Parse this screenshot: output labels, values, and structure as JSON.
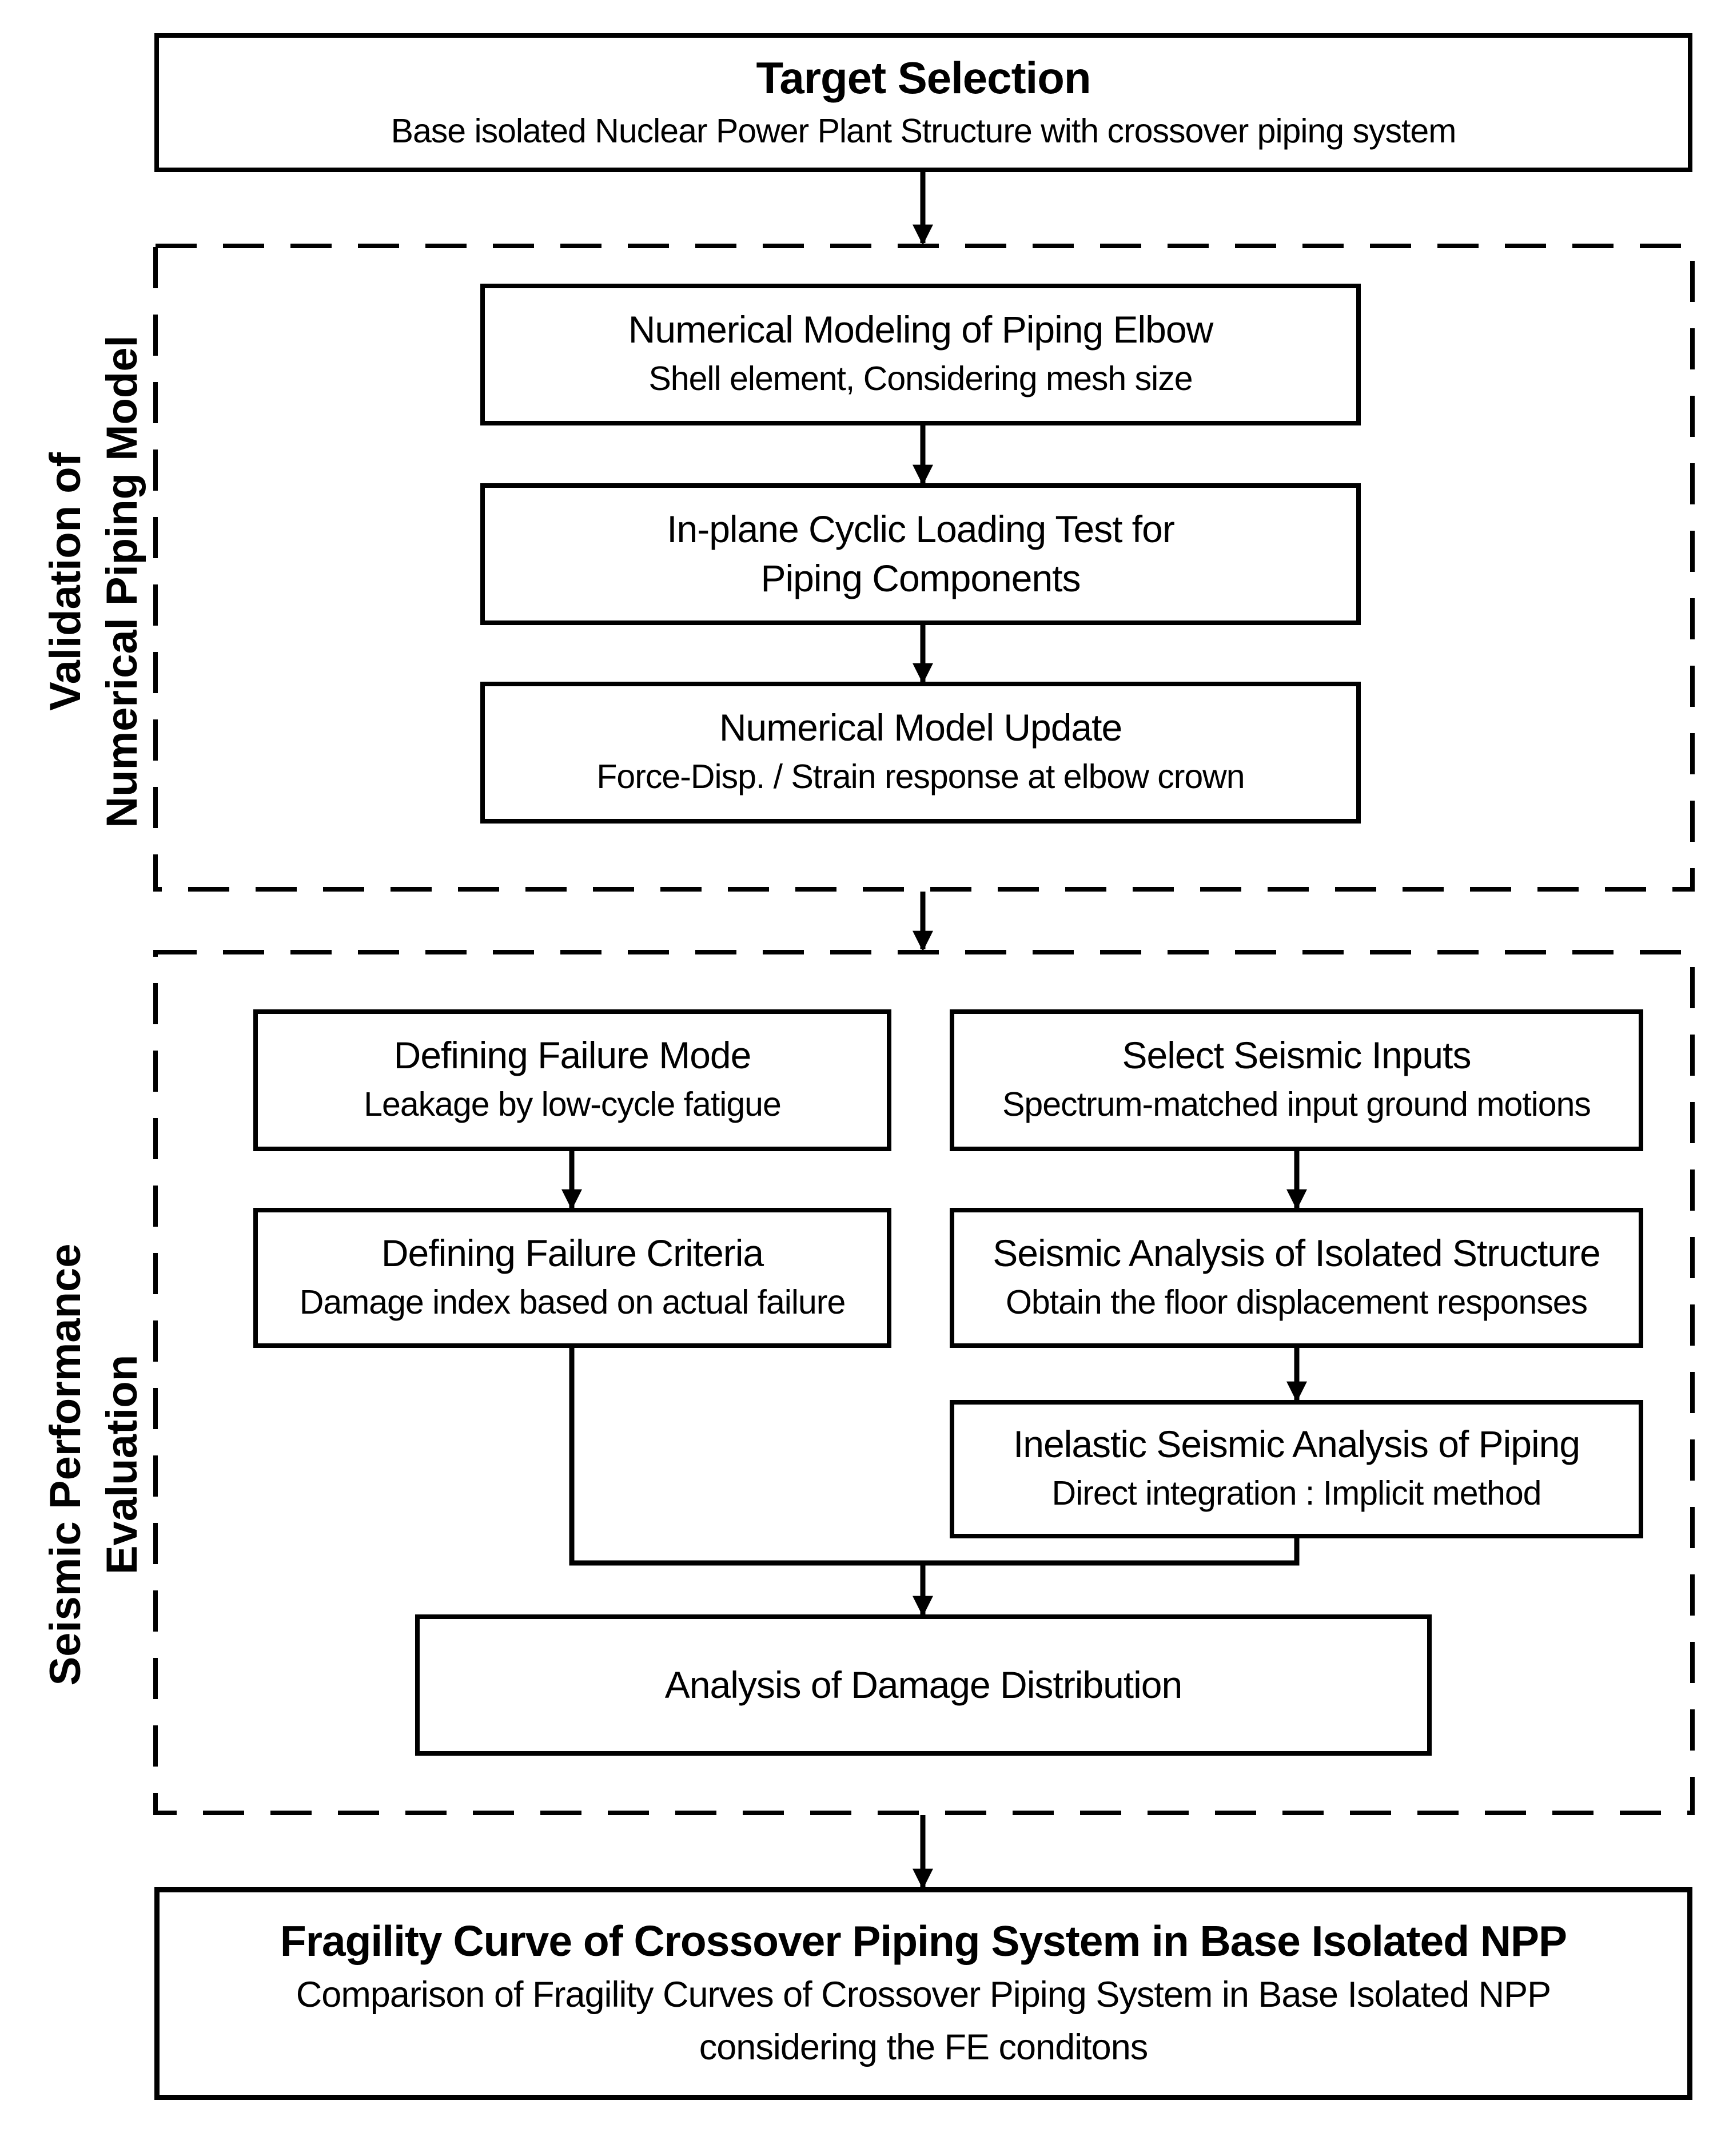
{
  "target": {
    "title": "Target Selection",
    "subtitle": "Base isolated Nuclear Power Plant Structure with crossover piping system"
  },
  "validation": {
    "label_line1": "Validation of",
    "label_line2": "Numerical Piping Model",
    "modeling": {
      "title": "Numerical Modeling of Piping Elbow",
      "subtitle": "Shell element, Considering mesh size"
    },
    "cyclic_test": {
      "title_line1": "In-plane Cyclic Loading Test for",
      "title_line2": "Piping Components"
    },
    "update": {
      "title": "Numerical Model Update",
      "subtitle": "Force-Disp. / Strain response at elbow crown"
    }
  },
  "seismic": {
    "label_line1": "Seismic Performance",
    "label_line2": "Evaluation",
    "failure_mode": {
      "title": "Defining Failure Mode",
      "subtitle": "Leakage by low-cycle fatigue"
    },
    "seismic_inputs": {
      "title": "Select Seismic Inputs",
      "subtitle": "Spectrum-matched input ground motions"
    },
    "failure_criteria": {
      "title": "Defining Failure Criteria",
      "subtitle": "Damage index based on actual failure"
    },
    "structure_analysis": {
      "title": "Seismic Analysis of Isolated Structure",
      "subtitle": "Obtain the floor displacement responses"
    },
    "piping_analysis": {
      "title": "Inelastic Seismic Analysis of Piping",
      "subtitle": "Direct integration : Implicit method"
    },
    "damage_distribution": {
      "title": "Analysis of Damage Distribution"
    }
  },
  "fragility": {
    "title": "Fragility Curve of Crossover Piping System in Base Isolated NPP",
    "subtitle_line1": "Comparison of Fragility Curves of Crossover Piping System in Base Isolated NPP",
    "subtitle_line2": "considering the FE conditons"
  }
}
